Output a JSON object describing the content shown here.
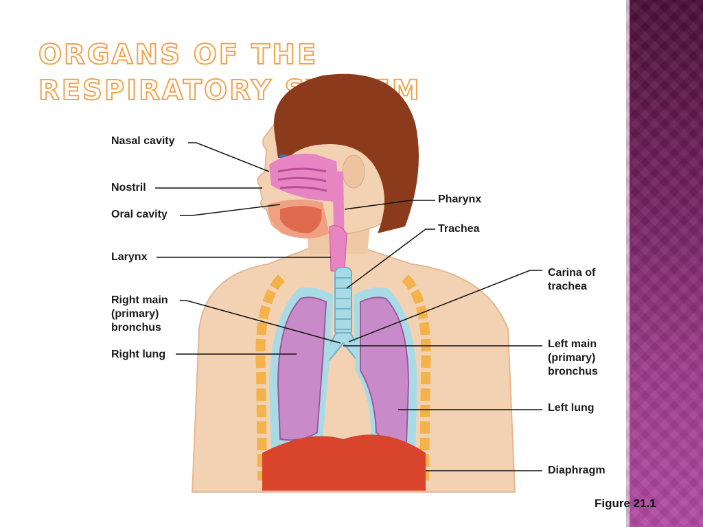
{
  "slide": {
    "title": "ORGANS OF THE RESPIRATORY SYSTEM",
    "caption": "Figure 21.1"
  },
  "diagram": {
    "labels": {
      "nasal_cavity": "Nasal cavity",
      "nostril": "Nostril",
      "oral_cavity": "Oral cavity",
      "larynx": "Larynx",
      "right_main_bronchus": "Right main\n(primary)\nbronchus",
      "right_lung": "Right lung",
      "pharynx": "Pharynx",
      "trachea": "Trachea",
      "carina": "Carina of\ntrachea",
      "left_main_bronchus": "Left main\n(primary)\nbronchus",
      "left_lung": "Left lung",
      "diaphragm": "Diaphragm"
    }
  },
  "colors": {
    "accent_title": "#f2a24c",
    "sidebar": "#6f1f5c",
    "lung": "#c98ac9",
    "pleura": "#a9dbe6",
    "skin": "#f3d2b3",
    "hair": "#8c3a1c",
    "diaphragm": "#d9452c"
  }
}
